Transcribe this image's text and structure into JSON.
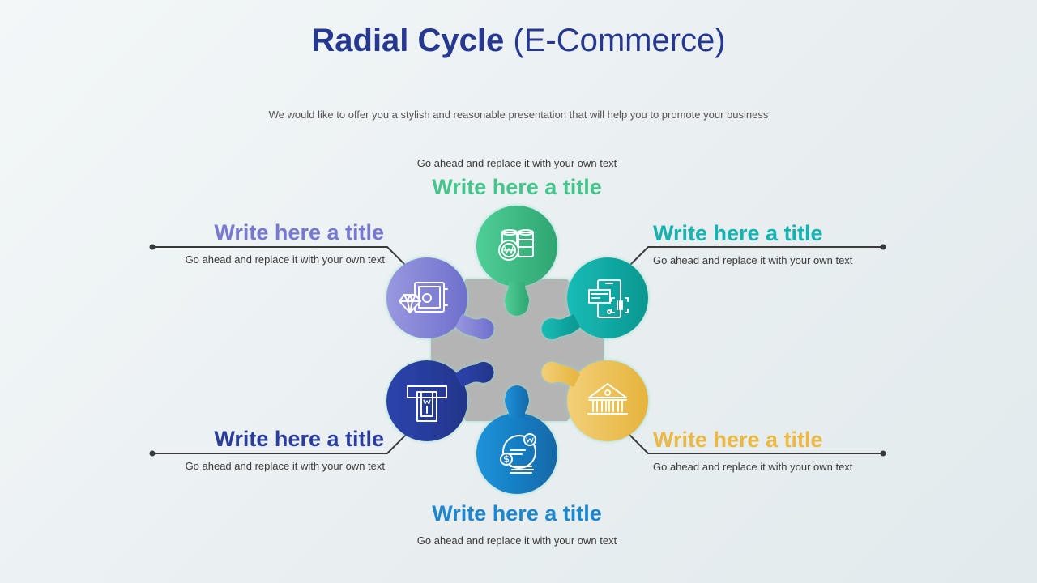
{
  "header": {
    "title_bold": "Radial Cycle",
    "title_light": "(E-Commerce)",
    "subtitle": "We would like to offer you a stylish and reasonable presentation that will help you to promote your business"
  },
  "colors": {
    "title": "#26388f",
    "top": "#45c48b",
    "upper_right": "#12b3b0",
    "lower_right": "#ebb843",
    "bottom": "#1a87d0",
    "lower_left": "#2a3d9c",
    "upper_left": "#7f7fd6",
    "hub": "#b3b3b3"
  },
  "items": [
    {
      "position": "top",
      "title": "Write here a title",
      "desc": "Go ahead and replace it with your own text",
      "icon": "coins-won-icon"
    },
    {
      "position": "upper-right",
      "title": "Write here a title",
      "desc": "Go ahead and replace it with your own text",
      "icon": "mobile-payment-icon"
    },
    {
      "position": "lower-right",
      "title": "Write here a title",
      "desc": "Go ahead and replace it with your own text",
      "icon": "bank-icon"
    },
    {
      "position": "bottom",
      "title": "Write here a title",
      "desc": "Go ahead and replace it with your own text",
      "icon": "currency-exchange-icon"
    },
    {
      "position": "lower-left",
      "title": "Write here a title",
      "desc": "Go ahead and replace it with your own text",
      "icon": "atm-withdraw-icon"
    },
    {
      "position": "upper-left",
      "title": "Write here a title",
      "desc": "Go ahead and replace it with your own text",
      "icon": "safe-diamond-icon"
    }
  ]
}
